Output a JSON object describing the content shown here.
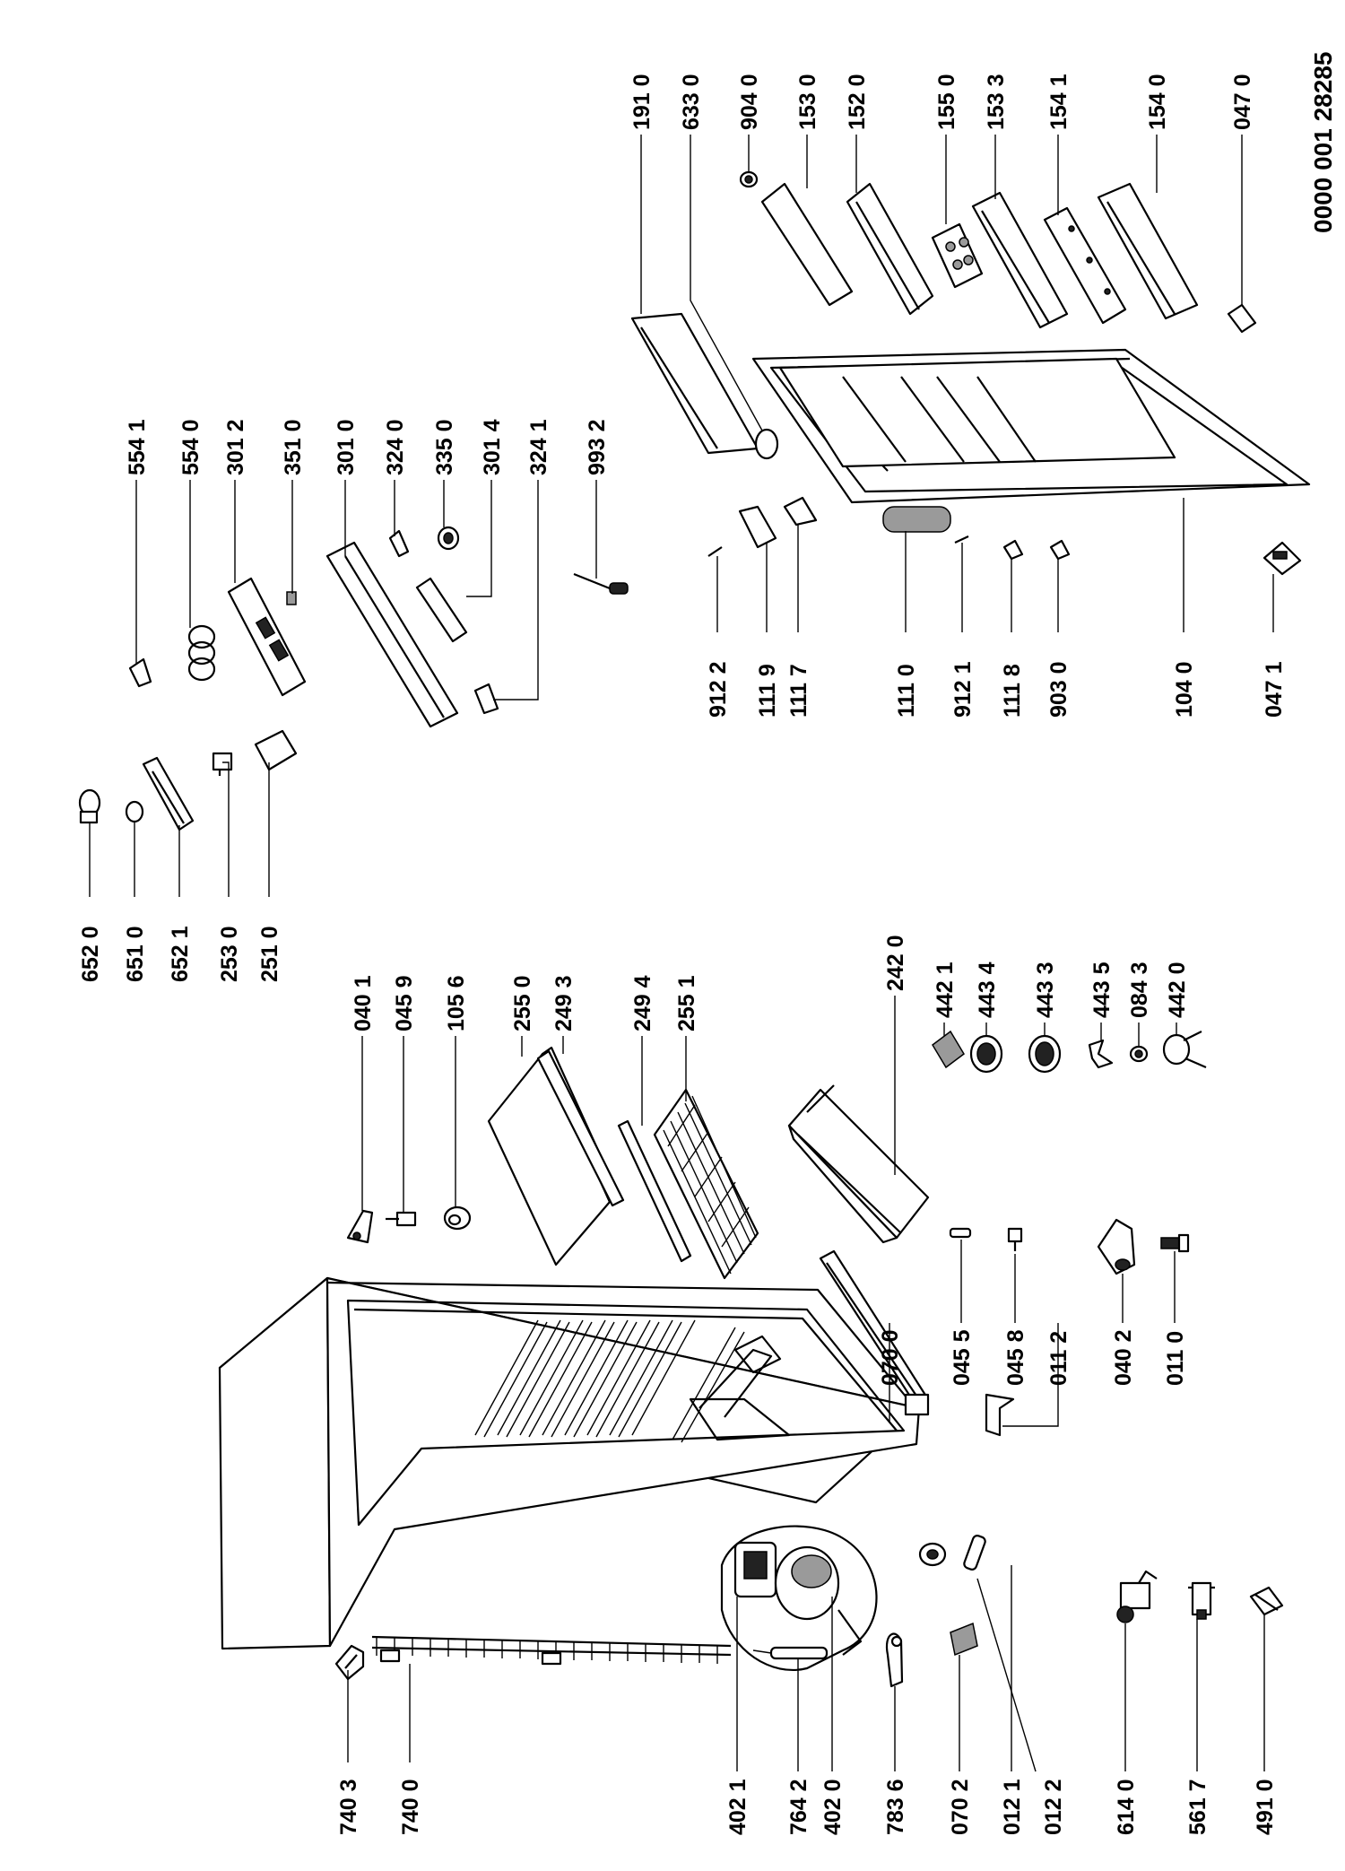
{
  "document": {
    "reference": "0000 001 28285",
    "part_labels": [
      {
        "id": "7403",
        "text": "740 3"
      },
      {
        "id": "7400",
        "text": "740 0"
      },
      {
        "id": "4021",
        "text": "402 1"
      },
      {
        "id": "7642",
        "text": "764 2"
      },
      {
        "id": "4020",
        "text": "402 0"
      },
      {
        "id": "7836",
        "text": "783 6"
      },
      {
        "id": "0702",
        "text": "070 2"
      },
      {
        "id": "0121",
        "text": "012 1"
      },
      {
        "id": "0122",
        "text": "012 2"
      },
      {
        "id": "6140",
        "text": "614 0"
      },
      {
        "id": "5617",
        "text": "561 7"
      },
      {
        "id": "4910",
        "text": "491 0"
      },
      {
        "id": "0700",
        "text": "070 0"
      },
      {
        "id": "0455",
        "text": "045 5"
      },
      {
        "id": "0458",
        "text": "045 8"
      },
      {
        "id": "0112",
        "text": "011 2"
      },
      {
        "id": "0402",
        "text": "040 2"
      },
      {
        "id": "0110",
        "text": "011 0"
      },
      {
        "id": "0401",
        "text": "040 1"
      },
      {
        "id": "0459",
        "text": "045 9"
      },
      {
        "id": "1056",
        "text": "105 6"
      },
      {
        "id": "2550",
        "text": "255 0"
      },
      {
        "id": "2493",
        "text": "249 3"
      },
      {
        "id": "2494",
        "text": "249 4"
      },
      {
        "id": "2551",
        "text": "255 1"
      },
      {
        "id": "2420",
        "text": "242 0"
      },
      {
        "id": "4421",
        "text": "442 1"
      },
      {
        "id": "4434",
        "text": "443 4"
      },
      {
        "id": "4433",
        "text": "443 3"
      },
      {
        "id": "4435",
        "text": "443 5"
      },
      {
        "id": "0843",
        "text": "084 3"
      },
      {
        "id": "4420",
        "text": "442 0"
      },
      {
        "id": "6520",
        "text": "652 0"
      },
      {
        "id": "6510",
        "text": "651 0"
      },
      {
        "id": "6521",
        "text": "652 1"
      },
      {
        "id": "2530",
        "text": "253 0"
      },
      {
        "id": "2510",
        "text": "251 0"
      },
      {
        "id": "5541",
        "text": "554 1"
      },
      {
        "id": "5540",
        "text": "554 0"
      },
      {
        "id": "3012",
        "text": "301 2"
      },
      {
        "id": "3510",
        "text": "351 0"
      },
      {
        "id": "3010",
        "text": "301 0"
      },
      {
        "id": "3240",
        "text": "324 0"
      },
      {
        "id": "3350",
        "text": "335 0"
      },
      {
        "id": "3014",
        "text": "301 4"
      },
      {
        "id": "3241",
        "text": "324 1"
      },
      {
        "id": "9932",
        "text": "993 2"
      },
      {
        "id": "9122",
        "text": "912 2"
      },
      {
        "id": "1119",
        "text": "111 9"
      },
      {
        "id": "1117",
        "text": "111 7"
      },
      {
        "id": "1110",
        "text": "111 0"
      },
      {
        "id": "9121",
        "text": "912 1"
      },
      {
        "id": "1118",
        "text": "111 8"
      },
      {
        "id": "9030",
        "text": "903 0"
      },
      {
        "id": "1040",
        "text": "104 0"
      },
      {
        "id": "0471",
        "text": "047 1"
      },
      {
        "id": "1910",
        "text": "191 0"
      },
      {
        "id": "6330",
        "text": "633 0"
      },
      {
        "id": "9040",
        "text": "904 0"
      },
      {
        "id": "1530",
        "text": "153 0"
      },
      {
        "id": "1520",
        "text": "152 0"
      },
      {
        "id": "1550",
        "text": "155 0"
      },
      {
        "id": "1533",
        "text": "153 3"
      },
      {
        "id": "1541",
        "text": "154 1"
      },
      {
        "id": "1540",
        "text": "154 0"
      },
      {
        "id": "0470",
        "text": "047 0"
      }
    ]
  }
}
